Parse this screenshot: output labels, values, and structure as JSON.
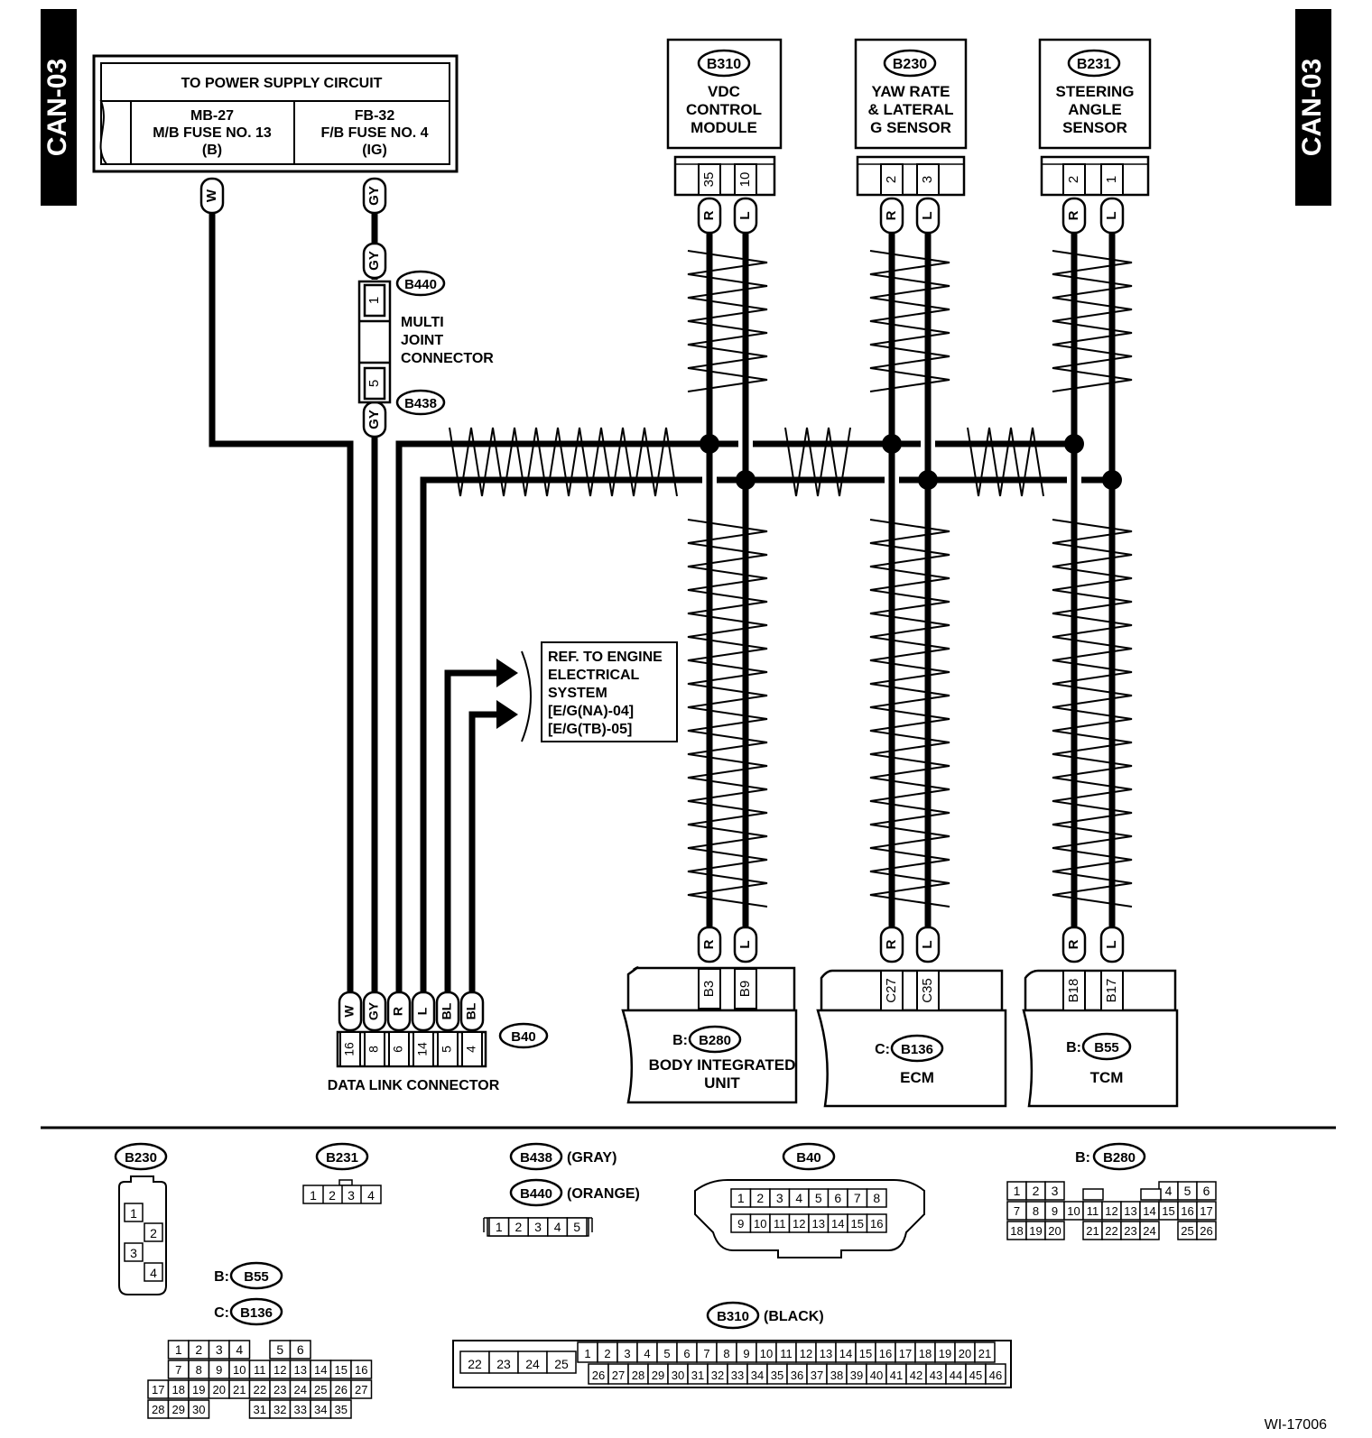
{
  "page_code": "CAN-03",
  "figure_id": "WI-17006",
  "power_supply": {
    "title": "TO POWER SUPPLY CIRCUIT",
    "left": [
      "MB-27",
      "M/B FUSE NO. 13",
      "(B)"
    ],
    "right": [
      "FB-32",
      "F/B FUSE NO. 4",
      "(IG)"
    ]
  },
  "modules": [
    {
      "conn": "B310",
      "lines": [
        "VDC",
        "CONTROL",
        "MODULE"
      ],
      "pins": [
        "35",
        "10"
      ],
      "wires": [
        "R",
        "L"
      ]
    },
    {
      "conn": "B230",
      "lines": [
        "YAW RATE",
        "& LATERAL",
        "G SENSOR"
      ],
      "pins": [
        "2",
        "3"
      ],
      "wires": [
        "R",
        "L"
      ]
    },
    {
      "conn": "B231",
      "lines": [
        "STEERING",
        "ANGLE",
        "SENSOR"
      ],
      "pins": [
        "2",
        "1"
      ],
      "wires": [
        "R",
        "L"
      ]
    }
  ],
  "wire_w": "W",
  "wire_gy": "GY",
  "multi_joint": {
    "conn_top": "B440",
    "conn_bottom": "B438",
    "pin_top": "1",
    "pin_bottom": "5",
    "label": [
      "MULTI",
      "JOINT",
      "CONNECTOR"
    ]
  },
  "reference": [
    "REF. TO ENGINE",
    "ELECTRICAL",
    "SYSTEM",
    "[E/G(NA)-04]",
    "[E/G(TB)-05]"
  ],
  "data_link": {
    "conn": "B40",
    "label": "DATA LINK CONNECTOR",
    "wires": [
      "W",
      "GY",
      "R",
      "L",
      "BL",
      "BL"
    ],
    "pins": [
      "16",
      "8",
      "6",
      "14",
      "5",
      "4"
    ]
  },
  "bottom_units": [
    {
      "prefix": "B:",
      "conn": "B280",
      "name": [
        "BODY INTEGRATED",
        "UNIT"
      ],
      "pins": [
        "B3",
        "B9"
      ],
      "wires": [
        "R",
        "L"
      ]
    },
    {
      "prefix": "C:",
      "conn": "B136",
      "name": [
        "ECM"
      ],
      "pins": [
        "C27",
        "C35"
      ],
      "wires": [
        "R",
        "L"
      ]
    },
    {
      "prefix": "B:",
      "conn": "B55",
      "name": [
        "TCM"
      ],
      "pins": [
        "B18",
        "B17"
      ],
      "wires": [
        "R",
        "L"
      ]
    }
  ],
  "connectors": {
    "b230": {
      "id": "B230",
      "pins": [
        "1",
        "2",
        "3",
        "4"
      ]
    },
    "b231": {
      "id": "B231",
      "pins": [
        "1",
        "2",
        "3",
        "4"
      ]
    },
    "b438": {
      "id": "B438",
      "color": "(GRAY)"
    },
    "b440": {
      "id": "B440",
      "color": "(ORANGE)",
      "pins": [
        "1",
        "2",
        "3",
        "4",
        "5"
      ]
    },
    "b40": {
      "id": "B40",
      "row1": [
        "1",
        "2",
        "3",
        "4",
        "5",
        "6",
        "7",
        "8"
      ],
      "row2": [
        "9",
        "10",
        "11",
        "12",
        "13",
        "14",
        "15",
        "16"
      ]
    },
    "b280": {
      "prefix": "B:",
      "id": "B280",
      "row1": [
        "1",
        "2",
        "3",
        "",
        "",
        "",
        "",
        "",
        "4",
        "5",
        "6"
      ],
      "row2": [
        "7",
        "8",
        "9",
        "10",
        "11",
        "12",
        "13",
        "14",
        "15",
        "16",
        "17"
      ],
      "row3": [
        "18",
        "19",
        "20",
        "",
        "21",
        "22",
        "23",
        "24",
        "",
        "25",
        "26"
      ]
    },
    "b55_b136": {
      "prefix1": "B:",
      "id1": "B55",
      "prefix2": "C:",
      "id2": "B136",
      "row1": [
        "",
        "1",
        "2",
        "3",
        "4",
        "",
        "5",
        "6"
      ],
      "row2": [
        "",
        "7",
        "8",
        "9",
        "10",
        "11",
        "12",
        "13",
        "14",
        "15",
        "16"
      ],
      "row3": [
        "17",
        "18",
        "19",
        "20",
        "21",
        "22",
        "23",
        "24",
        "25",
        "26",
        "27"
      ],
      "row4": [
        "28",
        "29",
        "30",
        "",
        "",
        "31",
        "32",
        "33",
        "34",
        "35"
      ]
    },
    "b310": {
      "id": "B310",
      "color": "(BLACK)",
      "left": [
        "22",
        "23",
        "24",
        "25"
      ],
      "row1": [
        "1",
        "2",
        "3",
        "4",
        "5",
        "6",
        "7",
        "8",
        "9",
        "10",
        "11",
        "12",
        "13",
        "14",
        "15",
        "16",
        "17",
        "18",
        "19",
        "20",
        "21"
      ],
      "row2": [
        "26",
        "27",
        "28",
        "29",
        "30",
        "31",
        "32",
        "33",
        "34",
        "35",
        "36",
        "37",
        "38",
        "39",
        "40",
        "41",
        "42",
        "43",
        "44",
        "45",
        "46"
      ]
    }
  }
}
